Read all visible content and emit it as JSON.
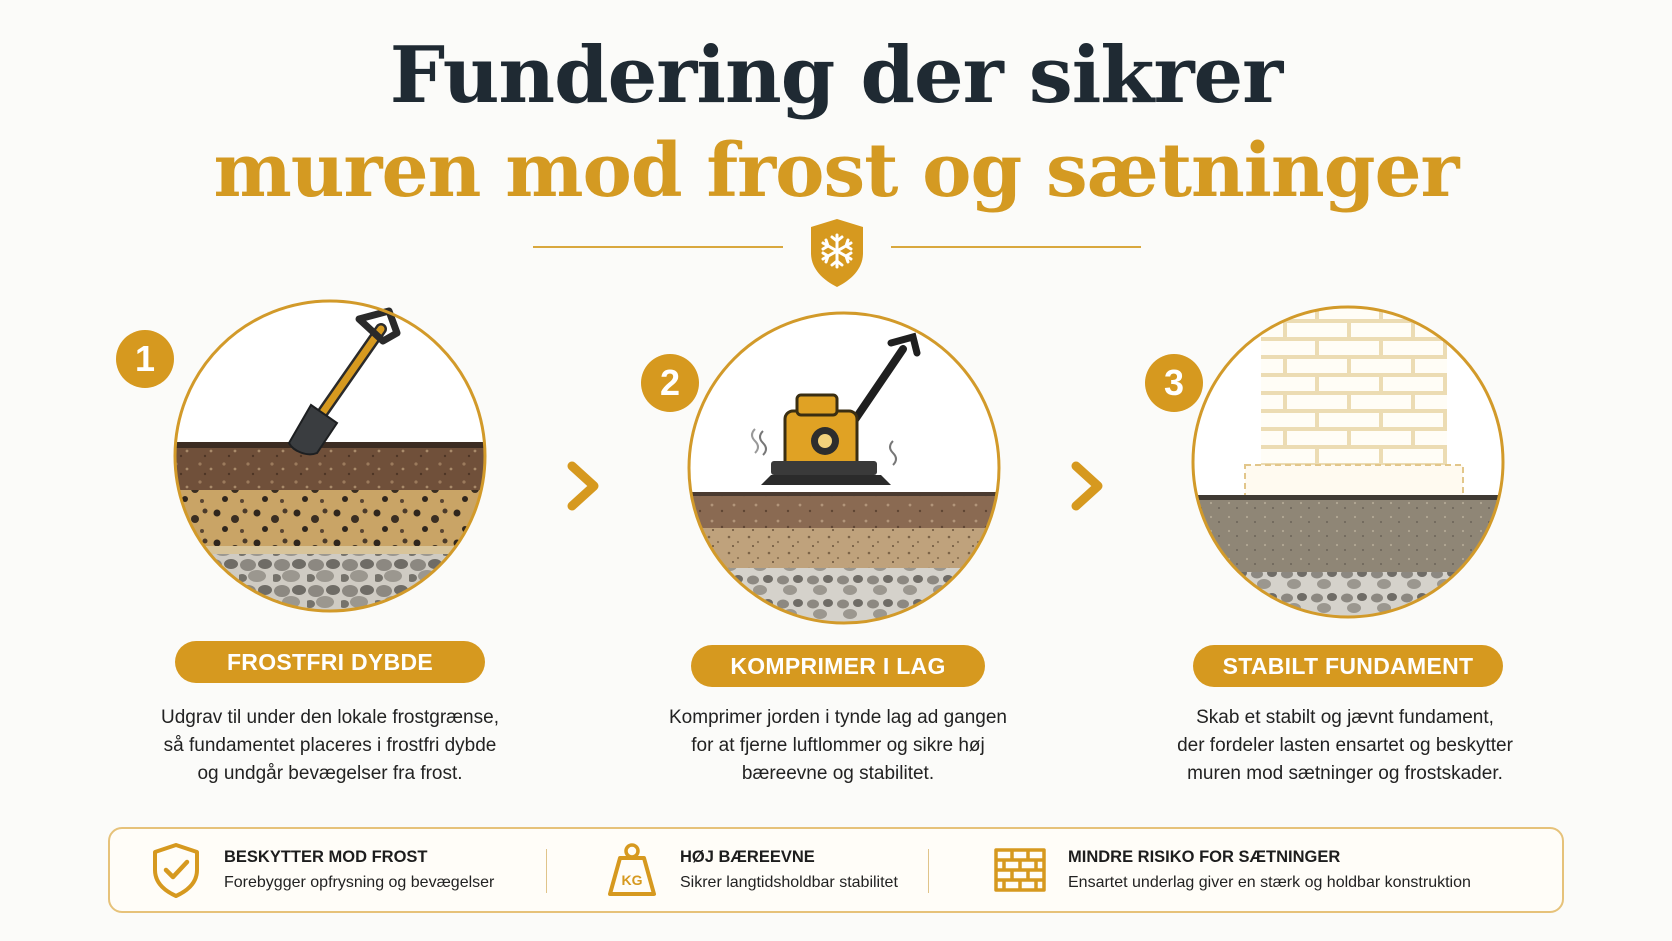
{
  "title": {
    "line1": "Fundering der sikrer",
    "line2": "muren mod frost og sætninger"
  },
  "steps": [
    {
      "number": "1",
      "label": "FROSTFRI DYBDE",
      "lines": [
        "Udgrav til under den lokale frostgrænse,",
        "så fundamentet placeres i frostfri dybde",
        "og undgår bevægelser fra frost."
      ]
    },
    {
      "number": "2",
      "label": "KOMPRIMER I LAG",
      "lines": [
        "Komprimer jorden i tynde lag ad gangen",
        "for at fjerne luftlommer og sikre høj",
        "bæreevne og stabilitet."
      ]
    },
    {
      "number": "3",
      "label": "STABILT FUNDAMENT",
      "lines": [
        "Skab et stabilt og jævnt fundament,",
        "der fordeler lasten ensartet og beskytter",
        "muren mod sætninger og frostskader."
      ]
    }
  ],
  "benefits": [
    {
      "title": "BESKYTTER MOD FROST",
      "desc": "Forebygger opfrysning og bevægelser",
      "icon": "shield-check-icon"
    },
    {
      "title": "HØJ BÆREEVNE",
      "desc": "Sikrer langtidsholdbar stabilitet",
      "icon": "weight-kg-icon",
      "icon_text": "KG"
    },
    {
      "title": "MINDRE RISIKO FOR SÆTNINGER",
      "desc": "Ensartet underlag giver en stærk og holdbar konstruktion",
      "icon": "brick-wall-icon"
    }
  ],
  "colors": {
    "accent": "#d6991f",
    "title_dark": "#1f2a33",
    "title_gold": "#d49a22",
    "soil_top": "#6e4b31",
    "soil_sand": "#caa366",
    "gravel": "#b9b6ae"
  }
}
